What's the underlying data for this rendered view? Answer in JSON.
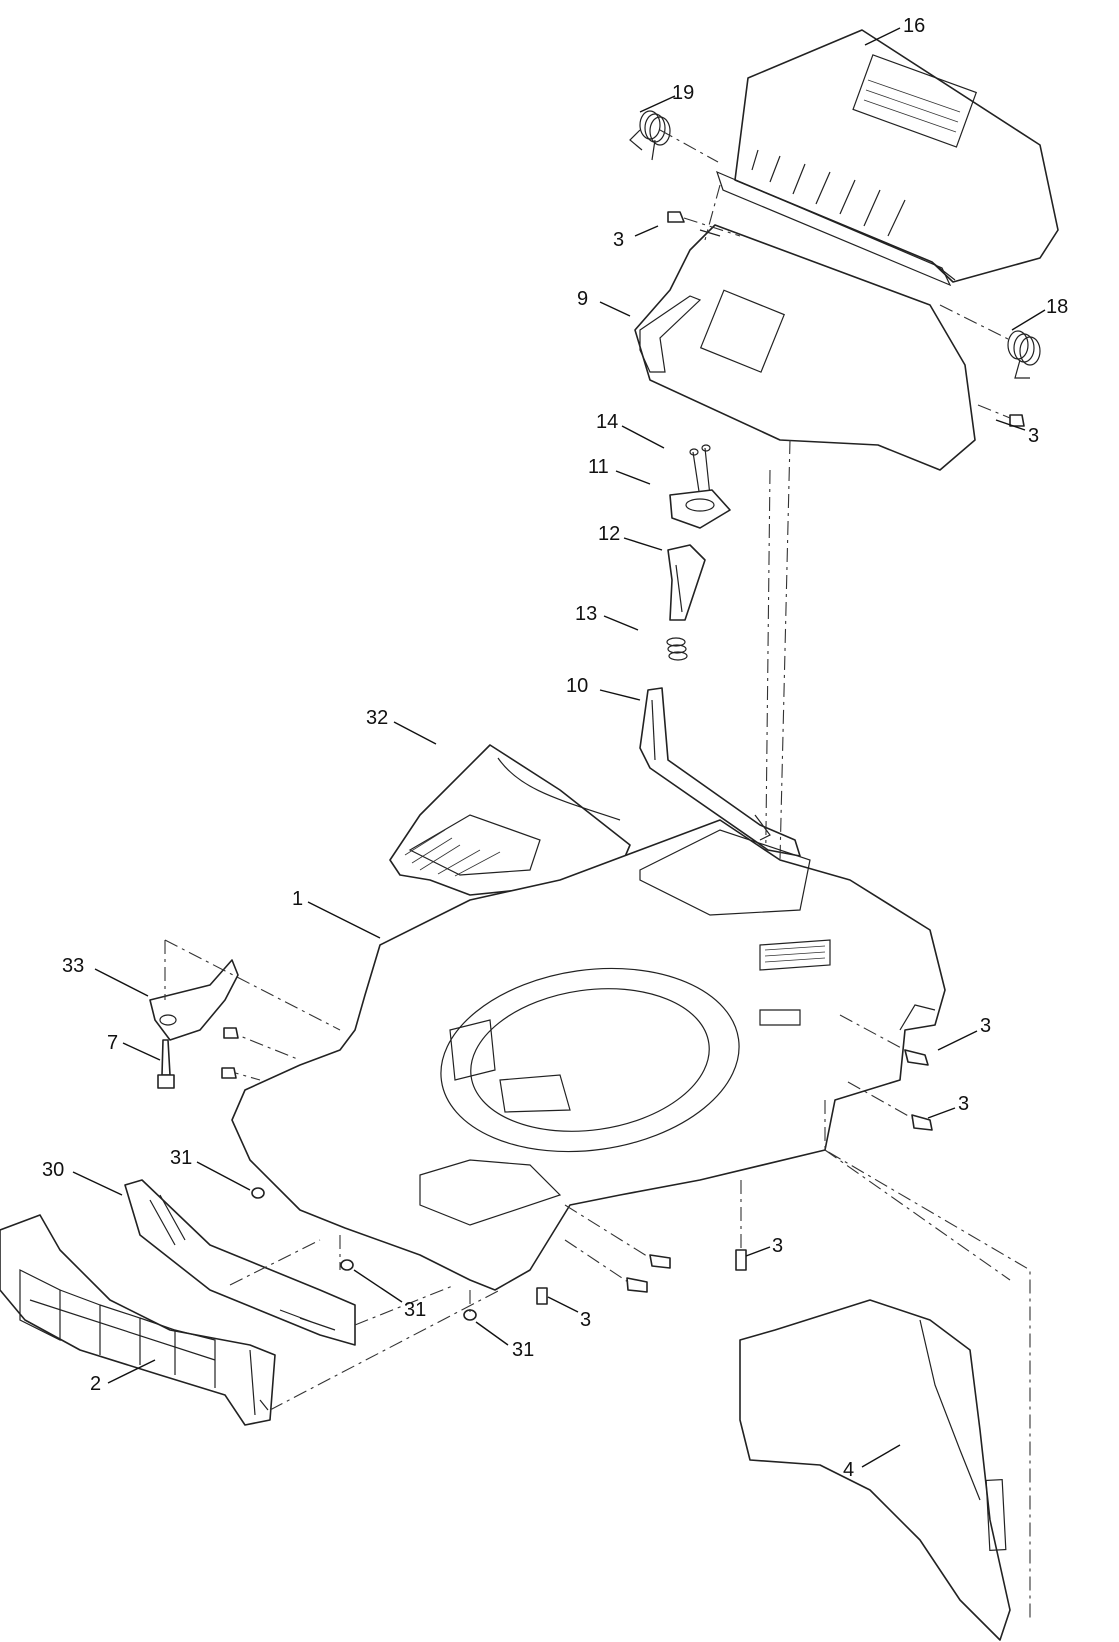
{
  "callouts": [
    {
      "id": "c16",
      "label": "16"
    },
    {
      "id": "c19",
      "label": "19"
    },
    {
      "id": "c3a",
      "label": "3"
    },
    {
      "id": "c9",
      "label": "9"
    },
    {
      "id": "c18",
      "label": "18"
    },
    {
      "id": "c3b",
      "label": "3"
    },
    {
      "id": "c14",
      "label": "14"
    },
    {
      "id": "c11",
      "label": "11"
    },
    {
      "id": "c12",
      "label": "12"
    },
    {
      "id": "c13",
      "label": "13"
    },
    {
      "id": "c10",
      "label": "10"
    },
    {
      "id": "c32",
      "label": "32"
    },
    {
      "id": "c1",
      "label": "1"
    },
    {
      "id": "c33",
      "label": "33"
    },
    {
      "id": "c7",
      "label": "7"
    },
    {
      "id": "c3c",
      "label": "3"
    },
    {
      "id": "c3d",
      "label": "3"
    },
    {
      "id": "c31a",
      "label": "31"
    },
    {
      "id": "c30",
      "label": "30"
    },
    {
      "id": "c3e",
      "label": "3"
    },
    {
      "id": "c31b",
      "label": "31"
    },
    {
      "id": "c3f",
      "label": "3"
    },
    {
      "id": "c31c",
      "label": "31"
    },
    {
      "id": "c2",
      "label": "2"
    },
    {
      "id": "c4",
      "label": "4"
    }
  ]
}
